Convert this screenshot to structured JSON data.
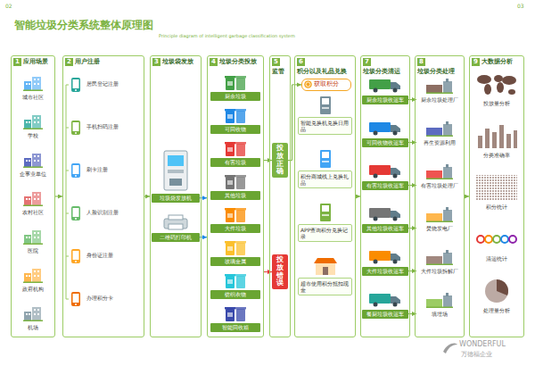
{
  "diagram": {
    "title": "智能垃圾分类系统整体原理图",
    "nodes": [
      {
        "text": [
          "1",
          "应用场景"
        ]
      },
      {
        "text": [
          "城市社区"
        ],
        "in": 0
      },
      {
        "text": [
          "学校"
        ],
        "in": 0
      },
      {
        "text": [
          "企事业单位"
        ],
        "in": 0
      },
      {
        "text": [
          "农村社区"
        ],
        "in": 0
      },
      {
        "text": [
          "医院"
        ],
        "in": 0
      },
      {
        "text": [
          "政府机构"
        ],
        "in": 0
      },
      {
        "text": [
          "机场"
        ],
        "in": 0
      },
      {
        "text": [
          "2",
          "用户注册"
        ]
      },
      {
        "text": [
          "居民登记注册"
        ],
        "in": 8
      },
      {
        "text": [
          "手机扫码注册"
        ],
        "in": 8
      },
      {
        "text": [
          "刷卡注册"
        ],
        "in": 8
      },
      {
        "text": [
          "人脸识别注册"
        ],
        "in": 8
      },
      {
        "text": [
          "身份证注册"
        ],
        "in": 8
      },
      {
        "text": [
          "办理积分卡"
        ],
        "in": 8
      },
      {
        "text": [
          "3",
          "垃圾袋发放"
        ]
      },
      {
        "text": [
          "垃圾袋发放机"
        ],
        "in": 15
      },
      {
        "text": [
          "二维码打印机"
        ],
        "in": 15
      },
      {
        "text": [
          "4",
          "垃圾分类投放"
        ]
      },
      {
        "text": [
          "厨余垃圾"
        ],
        "in": 18
      },
      {
        "text": [
          "可回收物"
        ],
        "in": 18
      },
      {
        "text": [
          "有害垃圾"
        ],
        "in": 18
      },
      {
        "text": [
          "其他垃圾"
        ],
        "in": 18
      },
      {
        "text": [
          "大件垃圾"
        ],
        "in": 18
      },
      {
        "text": [
          "玻璃金属"
        ],
        "in": 18
      },
      {
        "text": [
          "纺织衣物"
        ],
        "in": 18
      },
      {
        "text": [
          "智能回收箱"
        ],
        "in": 18
      },
      {
        "text": [
          "5",
          "监管"
        ]
      },
      {
        "text": [
          "投放正确"
        ],
        "in": 27
      },
      {
        "text": [
          "投放错误"
        ],
        "in": 27
      },
      {
        "text": [
          "6",
          "积分以及礼品兑换"
        ]
      },
      {
        "text": [
          "获取积分"
        ],
        "in": 30
      },
      {
        "text": [
          "智能兑换机兑换日用品"
        ],
        "in": 30
      },
      {
        "text": [
          "积分商城线上兑换礼品"
        ],
        "in": 30
      },
      {
        "text": [
          "APP查询积分兑换记录"
        ],
        "in": 30
      },
      {
        "text": [
          "超市使用积分抵扣现金"
        ],
        "in": 30
      },
      {
        "text": [
          "7",
          "垃圾分类清运"
        ]
      },
      {
        "text": [
          "厨余垃圾收运车"
        ],
        "in": 36
      },
      {
        "text": [
          "可回收物收运车"
        ],
        "in": 36
      },
      {
        "text": [
          "有害垃圾收运车"
        ],
        "in": 36
      },
      {
        "text": [
          "其他垃圾收运车"
        ],
        "in": 36
      },
      {
        "text": [
          "大件垃圾收运车"
        ],
        "in": 36
      },
      {
        "text": [
          "餐厨垃圾收运车"
        ],
        "in": 36
      },
      {
        "text": [
          "8",
          "垃圾分类处理"
        ]
      },
      {
        "text": [
          "厨余垃圾处理厂"
        ],
        "in": 43
      },
      {
        "text": [
          "再生资源利用"
        ],
        "in": 43
      },
      {
        "text": [
          "有害垃圾处理厂"
        ],
        "in": 43
      },
      {
        "text": [
          "焚烧发电厂"
        ],
        "in": 43
      },
      {
        "text": [
          "大件垃圾拆解厂"
        ],
        "in": 43
      },
      {
        "text": [
          "填埋场"
        ],
        "in": 43
      },
      {
        "text": [
          "9",
          "大数据分析"
        ]
      },
      {
        "text": [
          "投放量分析"
        ],
        "in": 50
      },
      {
        "text": [
          "分类准确率"
        ],
        "in": 50
      },
      {
        "text": [
          "积分统计"
        ],
        "in": 50
      },
      {
        "text": [
          "清运统计"
        ],
        "in": 50
      },
      {
        "text": [
          "处理量分析"
        ],
        "in": 50
      }
    ],
    "edges": [
      {
        "from": 0,
        "to": 8,
        "arrow": "to"
      },
      {
        "from": 8,
        "to": 15,
        "arrow": "to"
      },
      {
        "from": 16,
        "to": 18,
        "arrow": "to"
      },
      {
        "from": 17,
        "to": 18,
        "arrow": "to"
      },
      {
        "from": 18,
        "to": 28,
        "arrow": "to"
      },
      {
        "from": 18,
        "to": 29,
        "arrow": "to"
      },
      {
        "from": 28,
        "to": 31,
        "arrow": "to"
      },
      {
        "from": 30,
        "to": 36,
        "arrow": "to"
      },
      {
        "from": 37,
        "to": 44,
        "arrow": "to"
      },
      {
        "from": 38,
        "to": 45,
        "arrow": "to"
      },
      {
        "from": 39,
        "to": 46,
        "arrow": "to"
      },
      {
        "from": 40,
        "to": 47,
        "arrow": "to"
      },
      {
        "from": 41,
        "to": 48,
        "arrow": "to"
      },
      {
        "from": 42,
        "to": 49,
        "arrow": "to"
      },
      {
        "from": 43,
        "to": 50,
        "arrow": "to"
      }
    ],
    "labels": [
      "Principle diagram of intelligent garbage classification system",
      "02",
      "03",
      "WONDERFUL",
      "万德福企业"
    ]
  }
}
